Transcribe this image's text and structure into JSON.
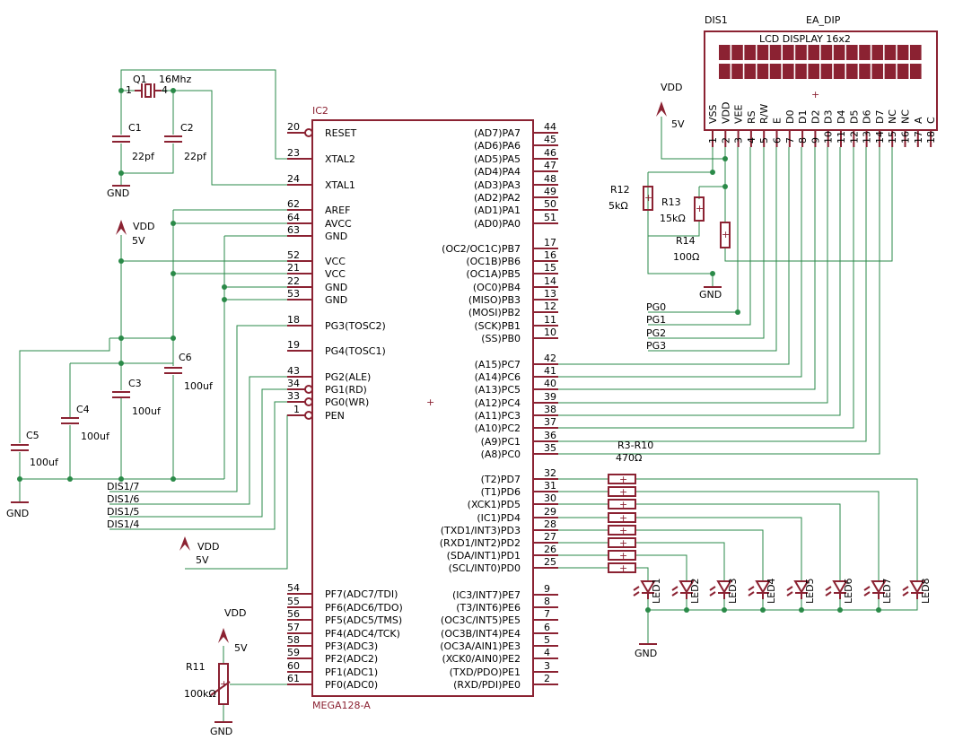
{
  "mcu": {
    "ref": "IC2",
    "value": "MEGA128-A",
    "left_pins": [
      {
        "num": "20",
        "name": "RESET",
        "inv": true
      },
      {
        "num": "23",
        "name": "XTAL2"
      },
      {
        "num": "24",
        "name": "XTAL1"
      },
      {
        "num": "62",
        "name": "AREF"
      },
      {
        "num": "64",
        "name": "AVCC"
      },
      {
        "num": "63",
        "name": "GND"
      },
      {
        "num": "52",
        "name": "VCC"
      },
      {
        "num": "21",
        "name": "VCC"
      },
      {
        "num": "22",
        "name": "GND"
      },
      {
        "num": "53",
        "name": "GND"
      },
      {
        "num": "18",
        "name": "PG3(TOSC2)"
      },
      {
        "num": "19",
        "name": "PG4(TOSC1)"
      },
      {
        "num": "43",
        "name": "PG2(ALE)"
      },
      {
        "num": "34",
        "name": "PG1(RD)",
        "inv": true
      },
      {
        "num": "33",
        "name": "PG0(WR)",
        "inv": true
      },
      {
        "num": "1",
        "name": "PEN",
        "inv": true
      },
      {
        "num": "54",
        "name": "PF7(ADC7/TDI)"
      },
      {
        "num": "55",
        "name": "PF6(ADC6/TDO)"
      },
      {
        "num": "56",
        "name": "PF5(ADC5/TMS)"
      },
      {
        "num": "57",
        "name": "PF4(ADC4/TCK)"
      },
      {
        "num": "58",
        "name": "PF3(ADC3)"
      },
      {
        "num": "59",
        "name": "PF2(ADC2)"
      },
      {
        "num": "60",
        "name": "PF1(ADC1)"
      },
      {
        "num": "61",
        "name": "PF0(ADC0)"
      }
    ],
    "right_pins": [
      {
        "num": "44",
        "name": "(AD7)PA7"
      },
      {
        "num": "45",
        "name": "(AD6)PA6"
      },
      {
        "num": "46",
        "name": "(AD5)PA5"
      },
      {
        "num": "47",
        "name": "(AD4)PA4"
      },
      {
        "num": "48",
        "name": "(AD3)PA3"
      },
      {
        "num": "49",
        "name": "(AD2)PA2"
      },
      {
        "num": "50",
        "name": "(AD1)PA1"
      },
      {
        "num": "51",
        "name": "(AD0)PA0"
      },
      {
        "num": "17",
        "name": "(OC2/OC1C)PB7"
      },
      {
        "num": "16",
        "name": "(OC1B)PB6"
      },
      {
        "num": "15",
        "name": "(OC1A)PB5"
      },
      {
        "num": "14",
        "name": "(OC0)PB4"
      },
      {
        "num": "13",
        "name": "(MISO)PB3"
      },
      {
        "num": "12",
        "name": "(MOSI)PB2"
      },
      {
        "num": "11",
        "name": "(SCK)PB1"
      },
      {
        "num": "10",
        "name": "(SS)PB0"
      },
      {
        "num": "42",
        "name": "(A15)PC7"
      },
      {
        "num": "41",
        "name": "(A14)PC6"
      },
      {
        "num": "40",
        "name": "(A13)PC5"
      },
      {
        "num": "39",
        "name": "(A12)PC4"
      },
      {
        "num": "38",
        "name": "(A11)PC3"
      },
      {
        "num": "37",
        "name": "(A10)PC2"
      },
      {
        "num": "36",
        "name": "(A9)PC1"
      },
      {
        "num": "35",
        "name": "(A8)PC0"
      },
      {
        "num": "32",
        "name": "(T2)PD7"
      },
      {
        "num": "31",
        "name": "(T1)PD6"
      },
      {
        "num": "30",
        "name": "(XCK1)PD5"
      },
      {
        "num": "29",
        "name": "(IC1)PD4"
      },
      {
        "num": "28",
        "name": "(TXD1/INT3)PD3"
      },
      {
        "num": "27",
        "name": "(RXD1/INT2)PD2"
      },
      {
        "num": "26",
        "name": "(SDA/INT1)PD1"
      },
      {
        "num": "25",
        "name": "(SCL/INT0)PD0"
      },
      {
        "num": "9",
        "name": "(IC3/INT7)PE7"
      },
      {
        "num": "8",
        "name": "(T3/INT6)PE6"
      },
      {
        "num": "7",
        "name": "(OC3C/INT5)PE5"
      },
      {
        "num": "6",
        "name": "(OC3B/INT4)PE4"
      },
      {
        "num": "5",
        "name": "(OC3A/AIN1)PE3"
      },
      {
        "num": "4",
        "name": "(XCK0/AIN0)PE2"
      },
      {
        "num": "3",
        "name": "(TXD/PDO)PE1"
      },
      {
        "num": "2",
        "name": "(RXD/PDI)PE0"
      }
    ]
  },
  "lcd": {
    "ref": "DIS1",
    "value": "EA_DIP",
    "title": "LCD DISPLAY 16x2",
    "pins": [
      {
        "num": "1",
        "name": "VSS"
      },
      {
        "num": "2",
        "name": "VDD"
      },
      {
        "num": "3",
        "name": "VEE"
      },
      {
        "num": "4",
        "name": "RS"
      },
      {
        "num": "5",
        "name": "R/W"
      },
      {
        "num": "6",
        "name": "E"
      },
      {
        "num": "7",
        "name": "D0"
      },
      {
        "num": "8",
        "name": "D1"
      },
      {
        "num": "9",
        "name": "D2"
      },
      {
        "num": "10",
        "name": "D3"
      },
      {
        "num": "11",
        "name": "D4"
      },
      {
        "num": "12",
        "name": "D5"
      },
      {
        "num": "13",
        "name": "D6"
      },
      {
        "num": "14",
        "name": "D7"
      },
      {
        "num": "15",
        "name": "NC"
      },
      {
        "num": "16",
        "name": "NC"
      },
      {
        "num": "17",
        "name": "A"
      },
      {
        "num": "18",
        "name": "C"
      }
    ]
  },
  "crystal": {
    "ref": "Q1",
    "value": "16Mhz",
    "pin1": "1",
    "pin2": "4"
  },
  "caps": [
    {
      "ref": "C1",
      "value": "22pf"
    },
    {
      "ref": "C2",
      "value": "22pf"
    },
    {
      "ref": "C6",
      "value": "100uf"
    },
    {
      "ref": "C3",
      "value": "100uf"
    },
    {
      "ref": "C4",
      "value": "100uf"
    },
    {
      "ref": "C5",
      "value": "100uf"
    }
  ],
  "resistors": [
    {
      "ref": "R12",
      "value": "5kΩ"
    },
    {
      "ref": "R13",
      "value": "15kΩ"
    },
    {
      "ref": "R14",
      "value": "100Ω"
    },
    {
      "ref": "R11",
      "value": "100kΩ"
    },
    {
      "ref": "R3-R10",
      "value": "470Ω"
    }
  ],
  "leds": [
    "LED1",
    "LED2",
    "LED3",
    "LED4",
    "LED5",
    "LED6",
    "LED7",
    "LED8"
  ],
  "supplies": [
    {
      "name": "VDD",
      "value": "5V"
    },
    {
      "name": "VDD",
      "value": "5V"
    },
    {
      "name": "VDD",
      "value": "5V"
    },
    {
      "name": "VDD",
      "value": "5V"
    }
  ],
  "grounds": [
    "GND",
    "GND",
    "GND",
    "GND",
    "GND"
  ],
  "net_labels_left": [
    "DIS1/7",
    "DIS1/6",
    "DIS1/5",
    "DIS1/4"
  ],
  "net_labels_lcd": [
    "PG0",
    "PG1",
    "PG2",
    "PG3"
  ]
}
